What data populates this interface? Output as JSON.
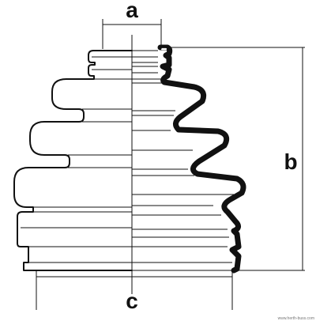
{
  "labels": {
    "a": "a",
    "b": "b",
    "c": "c"
  },
  "watermark": "www.herth-buss.com",
  "colors": {
    "ink": "#111111",
    "background": "#ffffff"
  }
}
